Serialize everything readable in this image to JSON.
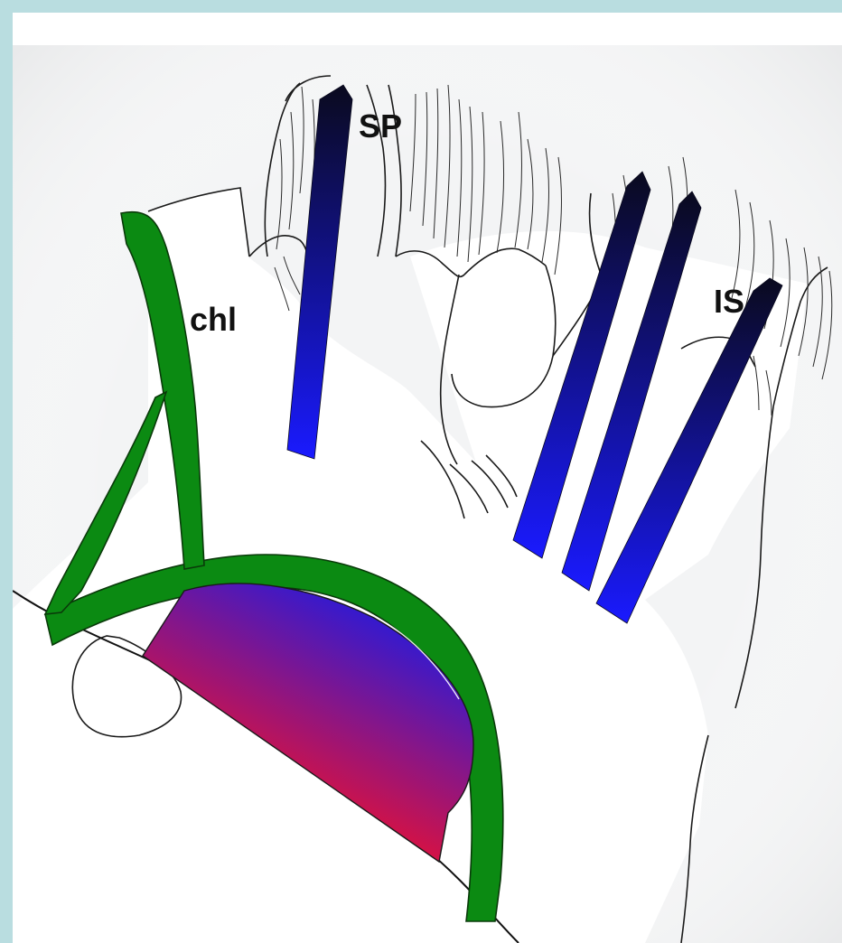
{
  "labels": {
    "sp": "SP",
    "chl": "chl",
    "is": "IS"
  },
  "colors": {
    "page_border": "#b9dde0",
    "background_haze": "#f0f1f2",
    "outline": "#1a1a1a",
    "ligament_band": "#0b8a12",
    "anchor_dark": "#0a0a1e",
    "anchor_light": "#1a1aff",
    "implant_blue": "#2a1ad8",
    "implant_red": "#ff1020"
  },
  "icons": {
    "anchor": "suture-anchor",
    "implant": "tuberosity-implant",
    "band": "ligament-band"
  }
}
